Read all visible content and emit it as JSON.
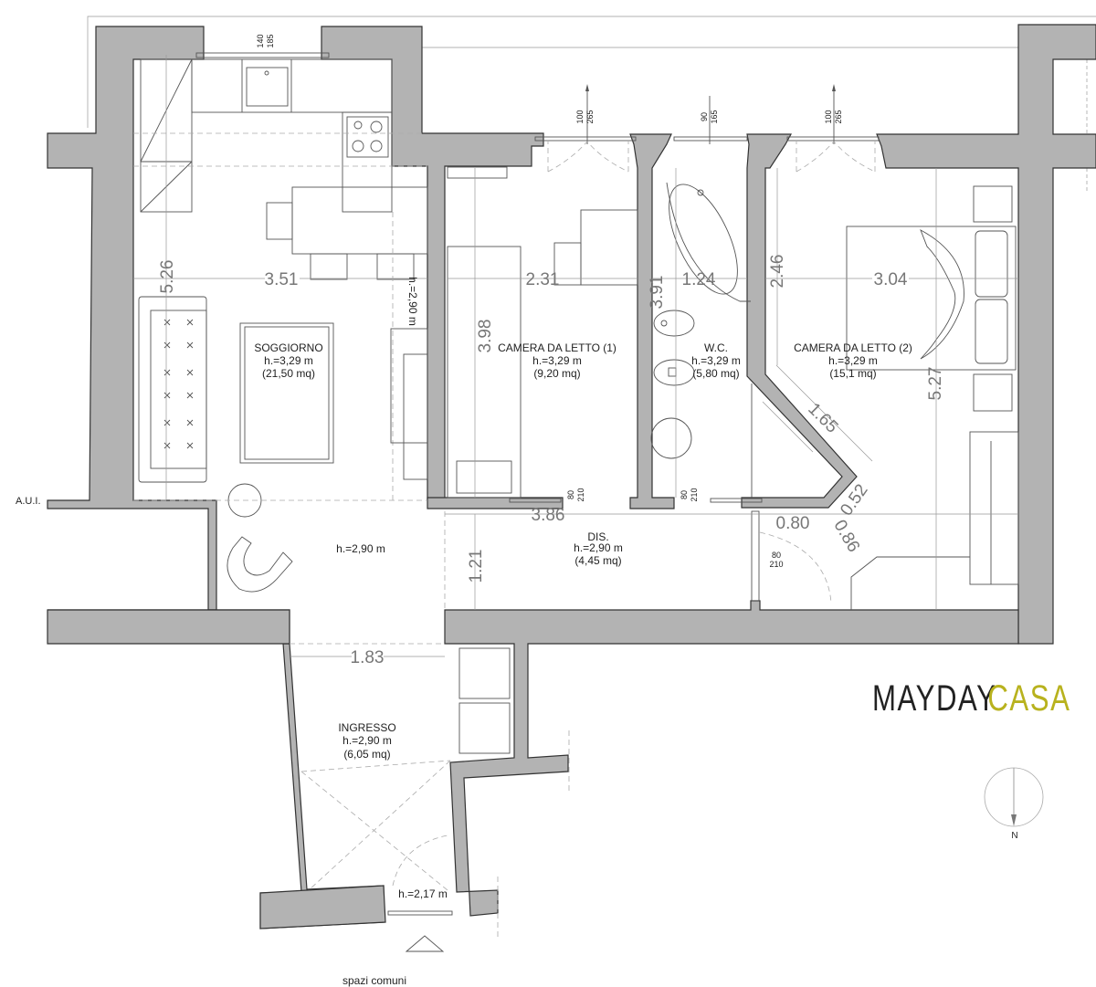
{
  "rooms": {
    "soggiorno": {
      "name": "SOGGIORNO",
      "height": "h.=3,29 m",
      "area": "(21,50 mq)"
    },
    "camera1": {
      "name": "CAMERA DA LETTO (1)",
      "height": "h.=3,29 m",
      "area": "(9,20 mq)"
    },
    "wc": {
      "name": "W.C.",
      "height": "h.=3,29 m",
      "area": "(5,80 mq)"
    },
    "camera2": {
      "name": "CAMERA DA LETTO (2)",
      "height": "h.=3,29 m",
      "area": "(15,1 mq)"
    },
    "dis": {
      "name": "DIS.",
      "height": "h.=2,90 m",
      "area": "(4,45 mq)"
    },
    "ingresso": {
      "name": "INGRESSO",
      "height": "h.=2,90 m",
      "area": "(6,05 mq)"
    },
    "living_lower_height": "h.=2,90 m",
    "living_side_height": "h.=2,90 m",
    "entry_door_height": "h.=2,17 m"
  },
  "dimensions": {
    "soggiorno_depth": "5.26",
    "soggiorno_width": "3.51",
    "camera1_width": "2.31",
    "camera1_depth": "3.98",
    "wc_width": "1.24",
    "wc_depth": "3.91",
    "camera2_side": "2.46",
    "camera2_width": "3.04",
    "camera2_depth": "5.27",
    "diag_1": "1.65",
    "diag_2": "0.52",
    "diag_3": "0.86",
    "dis_width": "3.86",
    "dis_depth": "1.21",
    "door_opening": "0.80",
    "ingresso_width": "1.83"
  },
  "windows": [
    {
      "w": "140",
      "h": "185"
    },
    {
      "w": "100",
      "h": "265"
    },
    {
      "w": "90",
      "h": "165"
    },
    {
      "w": "100",
      "h": "265"
    }
  ],
  "doors": [
    {
      "w": "80",
      "h": "210"
    },
    {
      "w": "80",
      "h": "210"
    },
    {
      "w": "80",
      "h": "210"
    }
  ],
  "labels": {
    "aui": "A.U.I.",
    "spazi_comuni": "spazi comuni",
    "north": "N"
  },
  "logo": {
    "part1": "MAYDAY",
    "part2": "CASA"
  },
  "colors": {
    "wall": "#b3b3b3",
    "logo_dark": "#222222",
    "logo_accent": "#b8b21e"
  }
}
